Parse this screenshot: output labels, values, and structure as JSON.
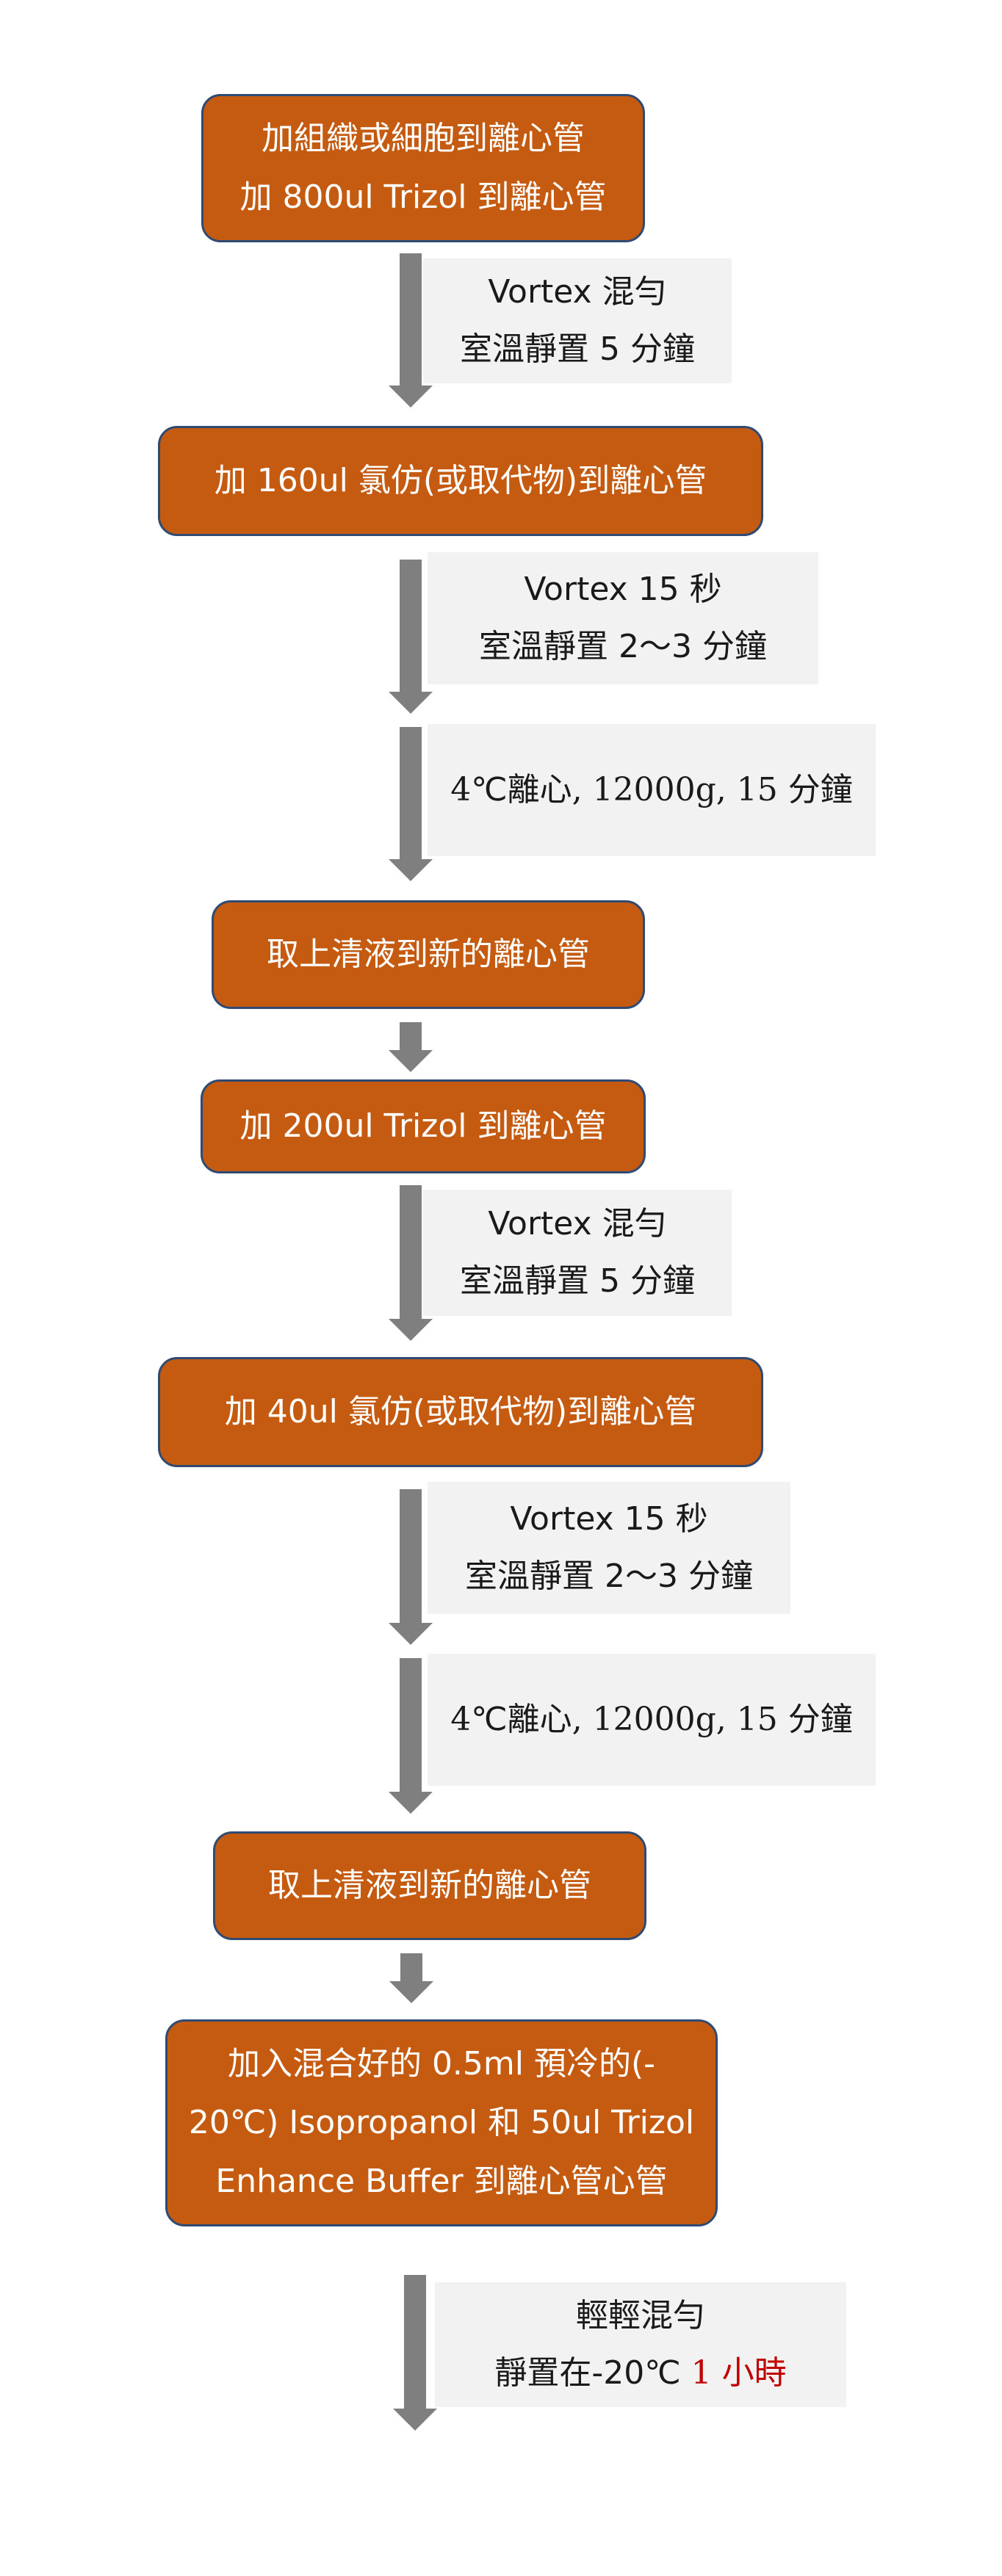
{
  "steps": [
    {
      "line1": "加組織或細胞到離心管",
      "line2": "加 800ul Trizol 到離心管"
    },
    {
      "line1": "Vortex 混勻",
      "line2": "室溫靜置 5 分鐘"
    },
    {
      "pre": "加 160ul ",
      "serif": "氯",
      "post": "仿(或取代物)到離心管"
    },
    {
      "line1": "Vortex 15 秒",
      "line2": "室溫靜置 2～3 分鐘"
    },
    {
      "a": "4",
      "b": "℃離心",
      "c": ", 12000g, 15 ",
      "d": "分鐘"
    },
    {
      "line1": "取上清液到新的離心管"
    },
    {
      "line1": "加 200ul Trizol 到離心管"
    },
    {
      "line1": "Vortex 混勻",
      "line2": "室溫靜置 5 分鐘"
    },
    {
      "pre": "加 40ul ",
      "serif": "氯",
      "post": "仿(或取代物)到離心管"
    },
    {
      "line1": "Vortex 15 秒",
      "line2": "室溫靜置 2～3 分鐘"
    },
    {
      "a": "4",
      "b": "℃離心",
      "c": ", 12000g, 15 ",
      "d": "分鐘"
    },
    {
      "line1": "取上清液到新的離心管"
    },
    {
      "line1": "加入混合好的 0.5ml 預冷的(-",
      "line2": "20℃) Isopropanol 和 50ul Trizol",
      "line3": "Enhance Buffer 到離心管心管"
    },
    {
      "line1": "輕輕混勻",
      "line2_pre": "靜置在-20℃ ",
      "line2_red": "1 小時"
    }
  ],
  "colors": {
    "box_fill": "#c55a11",
    "box_border": "#2f4a73",
    "note_fill": "#f2f2f2",
    "arrow": "#7f7f7f",
    "accent_red": "#c00000"
  }
}
